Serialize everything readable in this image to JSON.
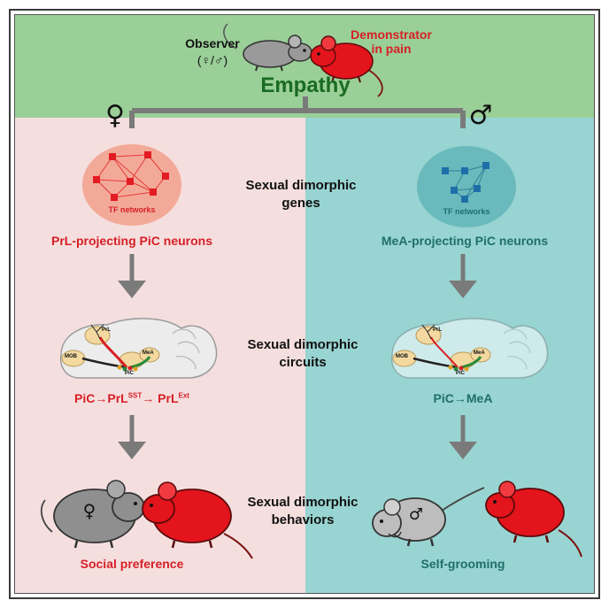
{
  "top": {
    "observer": "Observer",
    "observer_sex": "(♀/♂)",
    "demonstrator_line1": "Demonstrator",
    "demonstrator_line2": "in pain",
    "title": "Empathy",
    "female_symbol": "♀",
    "male_symbol": "♂"
  },
  "center_labels": {
    "genes_line1": "Sexual dimorphic",
    "genes_line2": "genes",
    "circuits_line1": "Sexual dimorphic",
    "circuits_line2": "circuits",
    "behaviors_line1": "Sexual dimorphic",
    "behaviors_line2": "behaviors"
  },
  "female": {
    "network_label": "TF networks",
    "neurons": "PrL-projecting PiC neurons",
    "circuit": {
      "part1": "PiC→PrL",
      "sup1": "SST",
      "part2": "→ PrL",
      "sup2": "Ext"
    },
    "behavior": "Social preference",
    "brain_labels": {
      "mob": "MOB",
      "prl": "PrL",
      "pic": "PiC",
      "mea": "MeA"
    }
  },
  "male": {
    "network_label": "TF networks",
    "neurons": "MeA-projecting PiC neurons",
    "circuit": "PiC→MeA",
    "behavior": "Self-grooming",
    "brain_labels": {
      "mob": "MOB",
      "prl": "PrL",
      "pic": "PiC",
      "mea": "MeA"
    }
  },
  "colors": {
    "top_band": "#9acf97",
    "female_panel": "#f5dede",
    "male_panel": "#98d4d1",
    "female_accent": "#d71f26",
    "male_accent": "#1f6f6c",
    "title_green": "#1a6b22"
  }
}
